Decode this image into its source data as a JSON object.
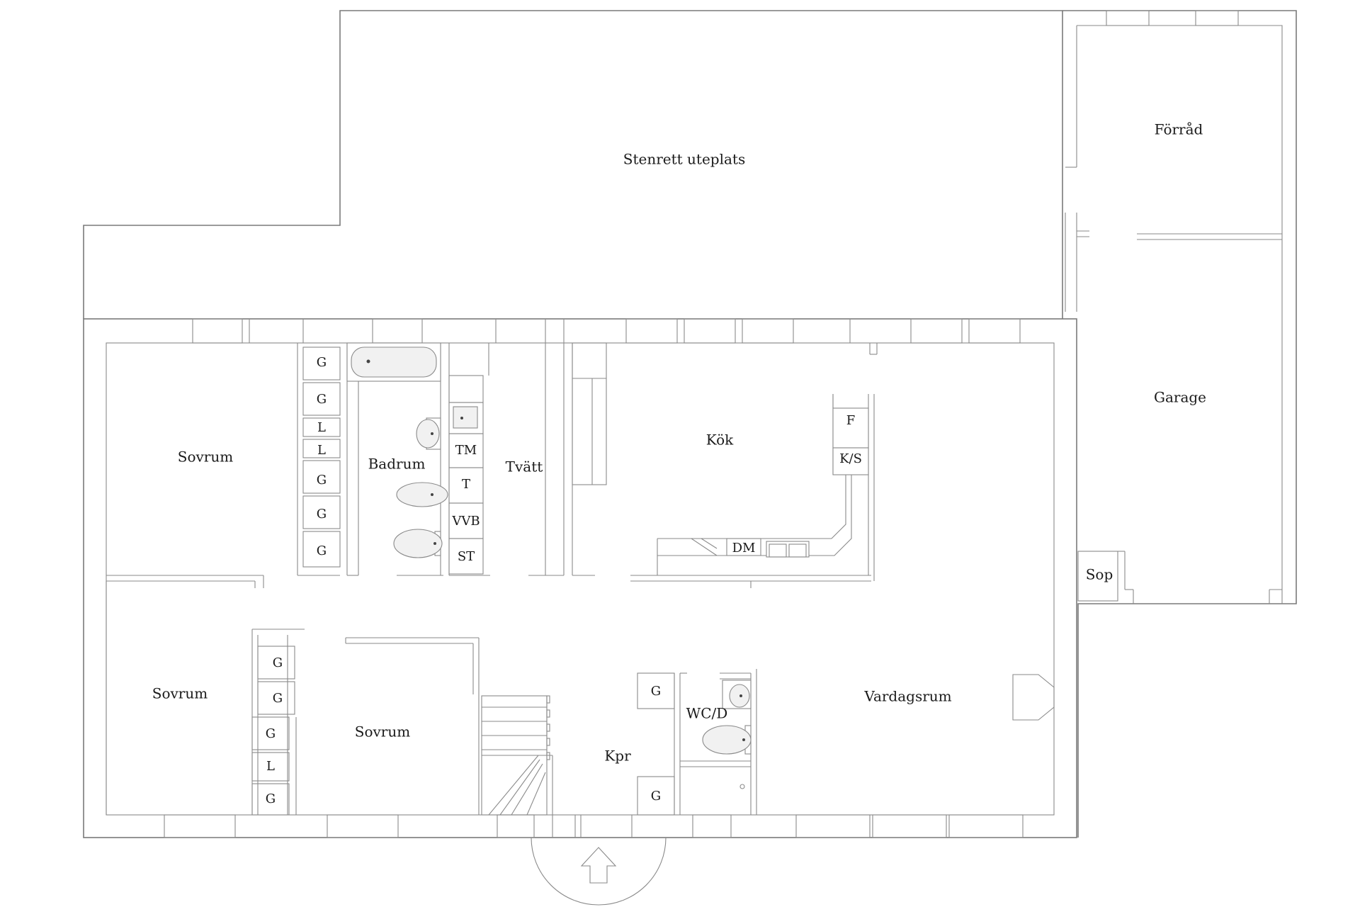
{
  "rooms": {
    "patio": "Stenrett uteplats",
    "storage": "Förråd",
    "garage": "Garage",
    "bedroom_1": "Sovrum",
    "bedroom_2": "Sovrum",
    "bedroom_3": "Sovrum",
    "bathroom": "Badrum",
    "laundry": "Tvätt",
    "kitchen": "Kök",
    "living_room": "Vardagsrum",
    "hall": "Kpr",
    "wc": "WC/D",
    "waste": "Sop"
  },
  "closets": {
    "bath_wall": [
      "G",
      "G",
      "L",
      "L",
      "G",
      "G",
      "G"
    ],
    "laundry_units": [
      "TM",
      "T",
      "VVB",
      "ST"
    ],
    "bedroom_wall": [
      "G",
      "G",
      "G",
      "L",
      "G"
    ],
    "hall_top": "G",
    "hall_bottom": "G"
  },
  "kitchen_units": {
    "fridge": "F",
    "fridge_freezer": "K/S",
    "dishwasher": "DM"
  },
  "icons": {
    "entrance": "entrance-arrow-icon"
  }
}
